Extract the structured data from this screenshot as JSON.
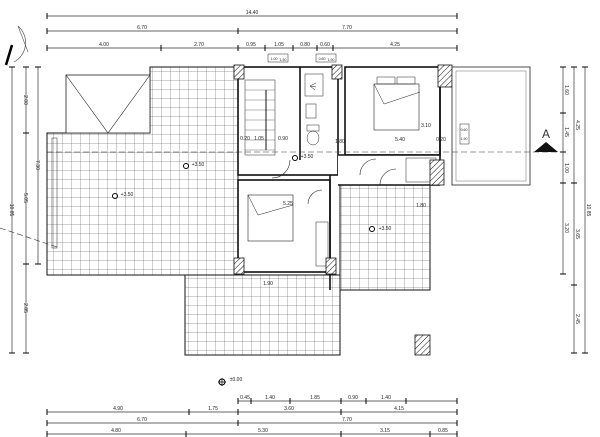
{
  "drawing": {
    "type": "floor-plan",
    "section_mark": "A",
    "ground_level": "±0.00",
    "elevation_labels": [
      "+3.50",
      "+3.50",
      "+3.50",
      "+3.50"
    ],
    "top_dimensions": {
      "overall": "14.40",
      "row2": [
        "6.70",
        "7.70"
      ],
      "row3": [
        "4.00",
        "2.70",
        "0.95",
        "1.05",
        "0.80",
        "0.60",
        "4.25"
      ]
    },
    "bottom_dimensions": {
      "row1": [
        "0.45",
        "1.40",
        "1.85",
        "0.90",
        "1.40"
      ],
      "row2": [
        "4.90",
        "1.75",
        "3.60",
        "4.15"
      ],
      "row3": [
        "6.70",
        "7.70"
      ],
      "row4": [
        "4.80",
        "5.30",
        "3.15",
        "0.85"
      ]
    },
    "left_dimensions": {
      "outer": "10.85",
      "middle": [
        "2.00",
        "5.05",
        "2.85"
      ],
      "inner": "7.30"
    },
    "right_dimensions": {
      "inner": [
        "1.60",
        "1.45",
        "1.00",
        "3.20"
      ],
      "middle": [
        "4.25",
        "3.65",
        "2.45"
      ],
      "outer": "10.85"
    },
    "interior_dimensions": [
      "0.20",
      "1.05",
      "0.90",
      "1.80",
      "5.40",
      "0.20",
      "3.10",
      "5.25",
      "1.80",
      "1.90"
    ],
    "window_tags": [
      {
        "a": "1.00",
        "b": "1.50"
      },
      {
        "a": "0.60",
        "b": "1.90"
      },
      {
        "a": "0.60",
        "b": "1.90"
      }
    ]
  }
}
